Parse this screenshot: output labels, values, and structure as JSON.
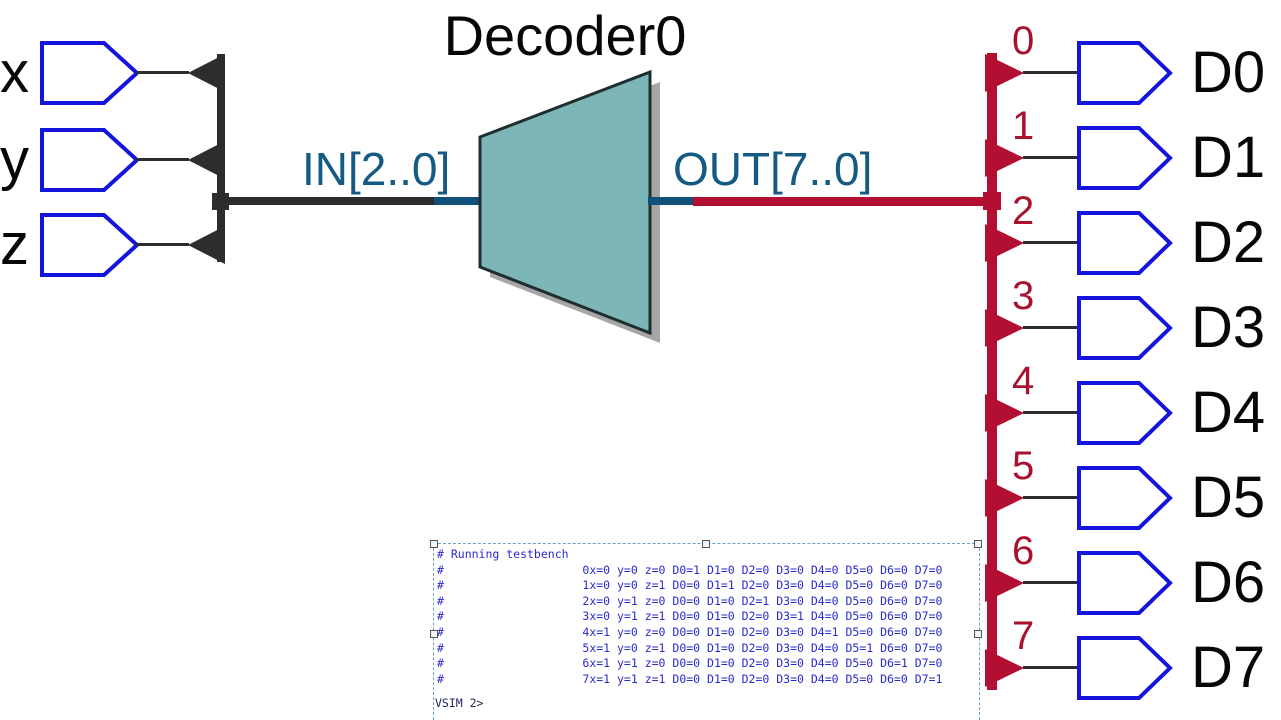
{
  "diagram": {
    "title": "Decoder0",
    "input_bus_label": "IN[2..0]",
    "output_bus_label": "OUT[7..0]"
  },
  "inputs": {
    "pins": [
      {
        "label": "x"
      },
      {
        "label": "y"
      },
      {
        "label": "z"
      }
    ]
  },
  "outputs": {
    "rows": [
      {
        "tap": "0",
        "label": "D0"
      },
      {
        "tap": "1",
        "label": "D1"
      },
      {
        "tap": "2",
        "label": "D2"
      },
      {
        "tap": "3",
        "label": "D3"
      },
      {
        "tap": "4",
        "label": "D4"
      },
      {
        "tap": "5",
        "label": "D5"
      },
      {
        "tap": "6",
        "label": "D6"
      },
      {
        "tap": "7",
        "label": "D7"
      }
    ]
  },
  "console": {
    "lines": [
      "# Running testbench",
      "#                    0x=0 y=0 z=0 D0=1 D1=0 D2=0 D3=0 D4=0 D5=0 D6=0 D7=0",
      "#                    1x=0 y=0 z=1 D0=0 D1=1 D2=0 D3=0 D4=0 D5=0 D6=0 D7=0",
      "#                    2x=0 y=1 z=0 D0=0 D1=0 D2=1 D3=0 D4=0 D5=0 D6=0 D7=0",
      "#                    3x=0 y=1 z=1 D0=0 D1=0 D2=0 D3=1 D4=0 D5=0 D6=0 D7=0",
      "#                    4x=1 y=0 z=0 D0=0 D1=0 D2=0 D3=0 D4=1 D5=0 D6=0 D7=0",
      "#                    5x=1 y=0 z=1 D0=0 D1=0 D2=0 D3=0 D4=0 D5=1 D6=0 D7=0",
      "#                    6x=1 y=1 z=0 D0=0 D1=0 D2=0 D3=0 D4=0 D5=0 D6=1 D7=0",
      "#                    7x=1 y=1 z=1 D0=0 D1=0 D2=0 D3=0 D4=0 D5=0 D6=0 D7=1"
    ],
    "prompt": "VSIM 2>"
  },
  "colors": {
    "wire_black": "#2d2d2d",
    "bus_red": "#b30f33",
    "tap_number_red": "#a8122f",
    "pin_blue": "#1414dd",
    "port_wire_blue": "#11507b",
    "port_label_blue": "#155a82",
    "decoder_fill_teal": "#7cb6b6",
    "decoder_border": "#1f2e2e",
    "decoder_shadow": "#a6a6a6",
    "console_text_blue": "#2a2ace",
    "prompt_navy": "#23235c",
    "selection_dash_blue": "#6d9fc7"
  }
}
